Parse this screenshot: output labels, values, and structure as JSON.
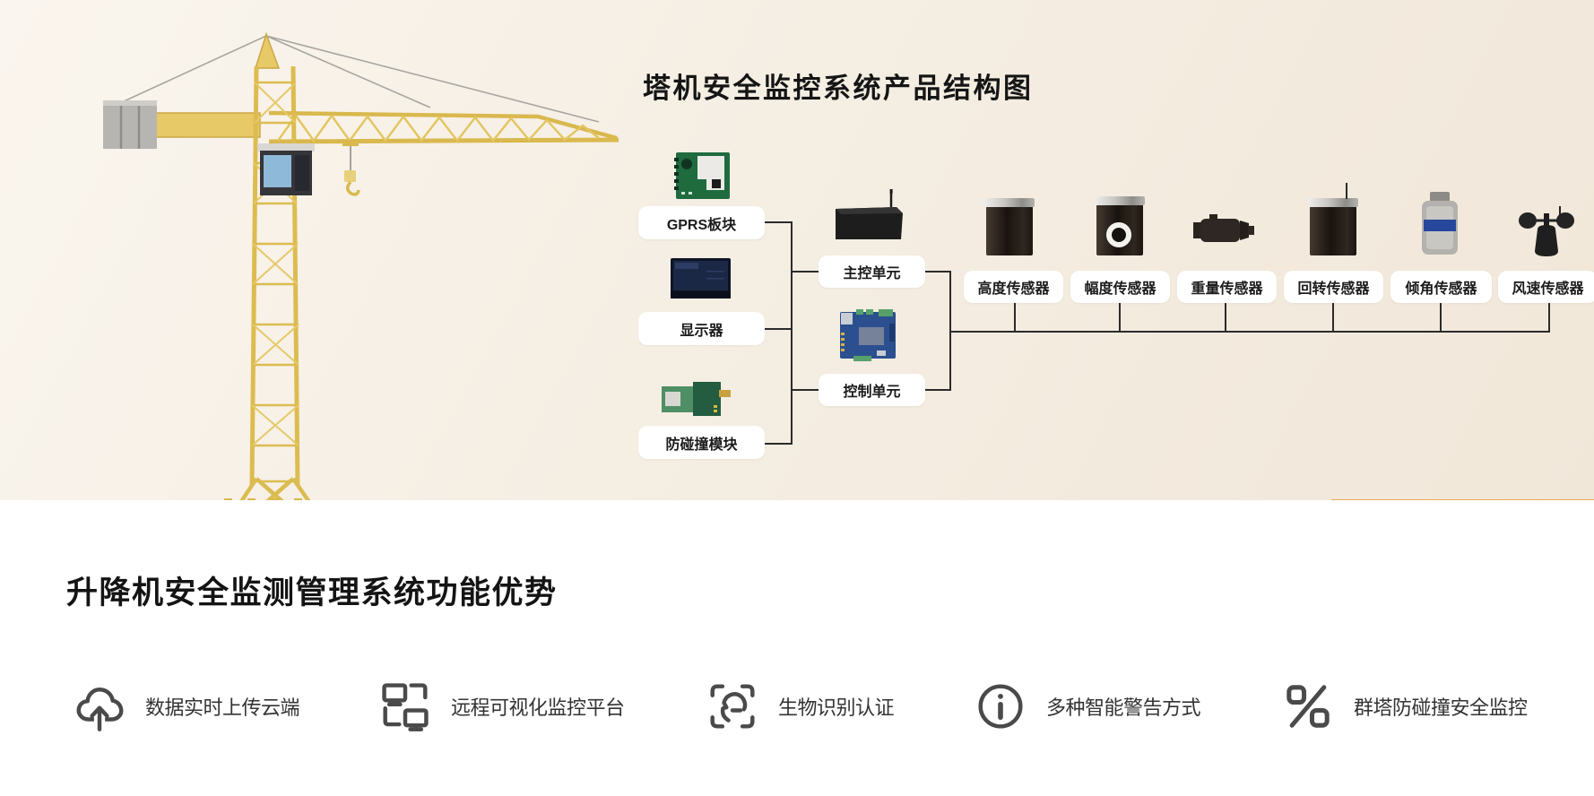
{
  "hero": {
    "title": "塔机安全监控系统产品结构图",
    "modules": [
      {
        "label": "GPRS板块",
        "icon": "gprs-board"
      },
      {
        "label": "显示器",
        "icon": "display-screen"
      },
      {
        "label": "防碰撞模块",
        "icon": "anti-collision-board"
      }
    ],
    "units": [
      {
        "label": "主控单元",
        "icon": "main-control-unit"
      },
      {
        "label": "控制单元",
        "icon": "control-unit-board"
      }
    ],
    "sensors": [
      {
        "label": "高度传感器",
        "icon": "height-sensor"
      },
      {
        "label": "幅度传感器",
        "icon": "amplitude-sensor"
      },
      {
        "label": "重量传感器",
        "icon": "weight-sensor"
      },
      {
        "label": "回转传感器",
        "icon": "rotation-sensor"
      },
      {
        "label": "倾角传感器",
        "icon": "tilt-sensor"
      },
      {
        "label": "风速传感器",
        "icon": "wind-speed-sensor"
      }
    ]
  },
  "features": {
    "title": "升降机安全监测管理系统功能优势",
    "items": [
      {
        "label": "数据实时上传云端",
        "icon": "cloud-upload-icon"
      },
      {
        "label": "远程可视化监控平台",
        "icon": "remote-monitors-icon"
      },
      {
        "label": "生物识别认证",
        "icon": "face-scan-icon"
      },
      {
        "label": "多种智能警告方式",
        "icon": "info-circle-icon"
      },
      {
        "label": "群塔防碰撞安全监控",
        "icon": "percent-icon"
      }
    ]
  },
  "colors": {
    "hero_background": "#f4ecdf",
    "accent_orange": "#eca857",
    "connector_line": "#2b2b2b",
    "crane_yellow": "#e8c967",
    "feature_icon_gray": "#4a4a4a"
  }
}
